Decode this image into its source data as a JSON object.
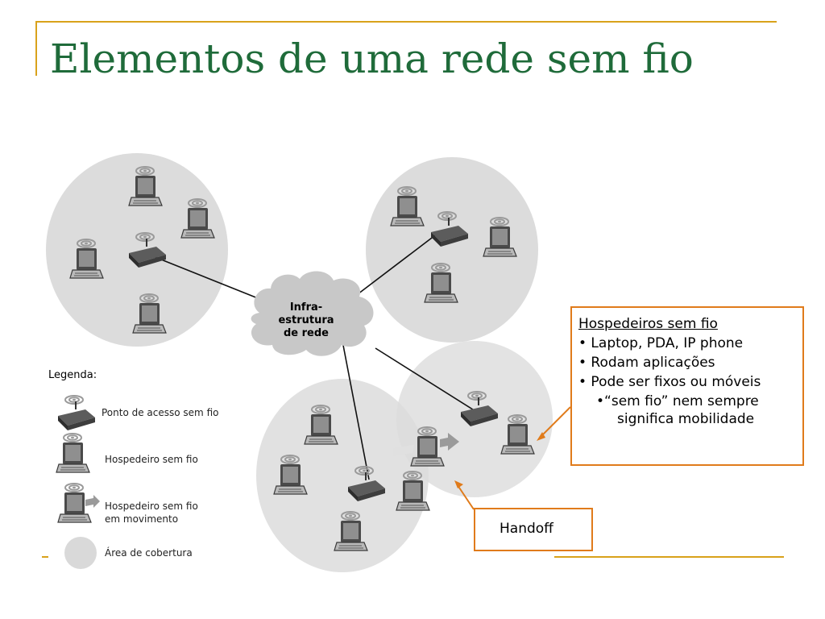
{
  "slide": {
    "title": "Elementos de uma rede sem fio"
  },
  "network": {
    "cloud_label_line1": "Infra-estrutura",
    "cloud_label_line2": "de rede"
  },
  "legend": {
    "title": "Legenda:",
    "items": [
      {
        "label_line1": "Ponto de acesso sem fio",
        "label_line2": "",
        "icon": "access-point-icon"
      },
      {
        "label_line1": "Hospedeiro sem fio",
        "label_line2": "",
        "icon": "wireless-host-icon"
      },
      {
        "label_line1": "Hospedeiro sem fio",
        "label_line2": "em movimento",
        "icon": "moving-host-icon"
      },
      {
        "label_line1": "Área de cobertura",
        "label_line2": "",
        "icon": "coverage-area-icon"
      }
    ]
  },
  "callout": {
    "heading": "Hospedeiros sem fio",
    "items": [
      "• Laptop, PDA, IP phone",
      "• Rodam aplicações",
      "• Pode ser fixos ou móveis"
    ],
    "sub_line1": "•“sem fio” nem sempre",
    "sub_line2": "significa mobilidade"
  },
  "handoff": {
    "label": "Handoff"
  },
  "colors": {
    "title_green": "#1f6b3a",
    "frame_gold": "#d9a21b",
    "callout_orange": "#e07b1b",
    "coverage_gray": "#dcdcdc",
    "cloud_gray": "#c8c8c8"
  }
}
